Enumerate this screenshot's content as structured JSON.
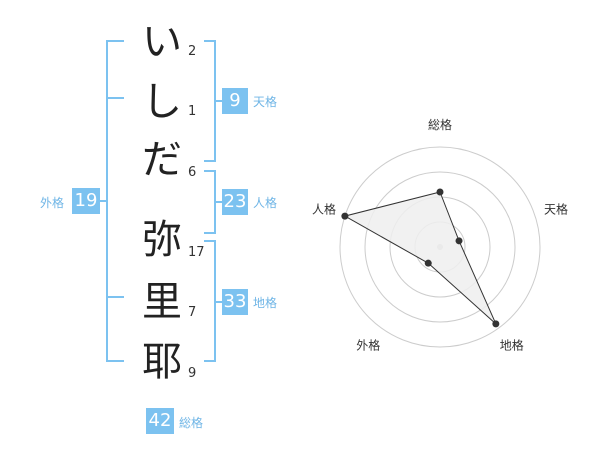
{
  "name_chars": [
    {
      "char": "い",
      "strokes": "2"
    },
    {
      "char": "し",
      "strokes": "1"
    },
    {
      "char": "だ",
      "strokes": "6"
    },
    {
      "char": "弥",
      "strokes": "17"
    },
    {
      "char": "里",
      "strokes": "7"
    },
    {
      "char": "耶",
      "strokes": "9"
    }
  ],
  "kakaku": {
    "tenkaku": {
      "value": "9",
      "label": "天格"
    },
    "jinkaku": {
      "value": "23",
      "label": "人格"
    },
    "chikaku": {
      "value": "33",
      "label": "地格"
    },
    "gaikaku": {
      "value": "19",
      "label": "外格"
    },
    "soukaku": {
      "value": "42",
      "label": "総格"
    }
  },
  "colors": {
    "accent": "#7cc2f0",
    "chart_fill": "#eeeeee",
    "chart_line": "#333333"
  },
  "chart_data": {
    "type": "radar",
    "axes": [
      "総格",
      "天格",
      "地格",
      "外格",
      "人格"
    ],
    "values": [
      0.55,
      0.2,
      0.95,
      0.2,
      1.0
    ],
    "max": 1.0,
    "rings": 4
  }
}
